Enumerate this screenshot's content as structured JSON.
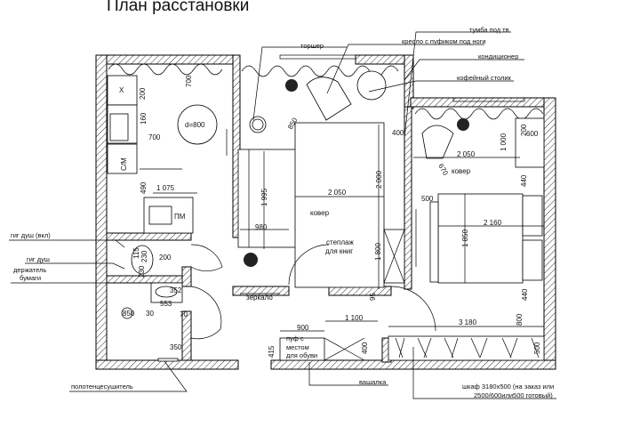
{
  "title": "План расстановки",
  "callouts": {
    "torsher": "торшер",
    "armchair": "кресло с пуфиком под ноги",
    "tv_stand": "тумба под тв",
    "conditioner": "кондиционер",
    "coffee_table": "кофейный столик",
    "hyg_shower_on": "гиг душ (вкл)",
    "hyg_shower": "гиг душ",
    "paper_holder_1": "держатель",
    "paper_holder_2": "бумаги",
    "towel_dryer": "полотенцесушитель",
    "hanger": "вашалка",
    "wardrobe_1": "шкаф 3180х500 (на заказ или",
    "wardrobe_2": "2500/600или500 готовый)",
    "shelf_1": "степлаж",
    "shelf_2": "для книг",
    "mirror": "зеркало",
    "pouf_1": "пуф с",
    "pouf_2": "местом",
    "pouf_3": "для обуви",
    "carpet_living": "ковер",
    "carpet_bedroom": "ковер",
    "table": "d=800",
    "washer": "С/М",
    "dishwasher": "ПМ",
    "sink_mark": "Х"
  },
  "dimensions": {
    "kitchen": [
      "200",
      "700",
      "160",
      "700",
      "490",
      "1 075"
    ],
    "bath": [
      "115",
      "230",
      "230",
      "200",
      "352",
      "553",
      "850",
      "30",
      "70",
      "350"
    ],
    "living": [
      "850",
      "400",
      "1 995",
      "2 050",
      "2 000",
      "980",
      "1 800",
      "95"
    ],
    "bedroom": [
      "200",
      "600",
      "1 000",
      "2 050",
      "670",
      "500",
      "2 160",
      "1 850",
      "440",
      "440",
      "3 180",
      "800",
      "500"
    ],
    "hall": [
      "1 100",
      "900",
      "415",
      "400"
    ]
  }
}
